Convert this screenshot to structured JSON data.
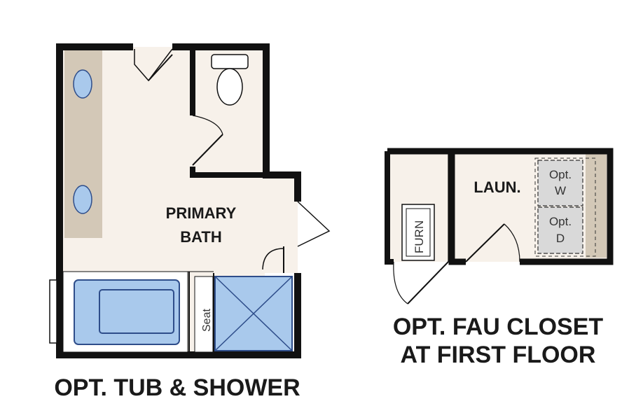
{
  "plans": {
    "left": {
      "caption": "OPT. TUB & SHOWER",
      "room_label_line1": "PRIMARY",
      "room_label_line2": "BATH",
      "seat_label": "Seat"
    },
    "right": {
      "caption_line1": "OPT. FAU CLOSET",
      "caption_line2": "AT FIRST FLOOR",
      "laundry_label": "LAUN.",
      "furnace_label": "FURN",
      "washer_label_line1": "Opt.",
      "washer_label_line2": "W",
      "dryer_label_line1": "Opt.",
      "dryer_label_line2": "D"
    }
  },
  "colors": {
    "wall": "#111111",
    "floor": "#f7f1ea",
    "counter": "#d3c8b7",
    "fixture_blue": "#a9c9ec",
    "fixture_outline": "#2e4d8a",
    "appliance": "#d9d9d9",
    "text": "#1a1a1a"
  }
}
